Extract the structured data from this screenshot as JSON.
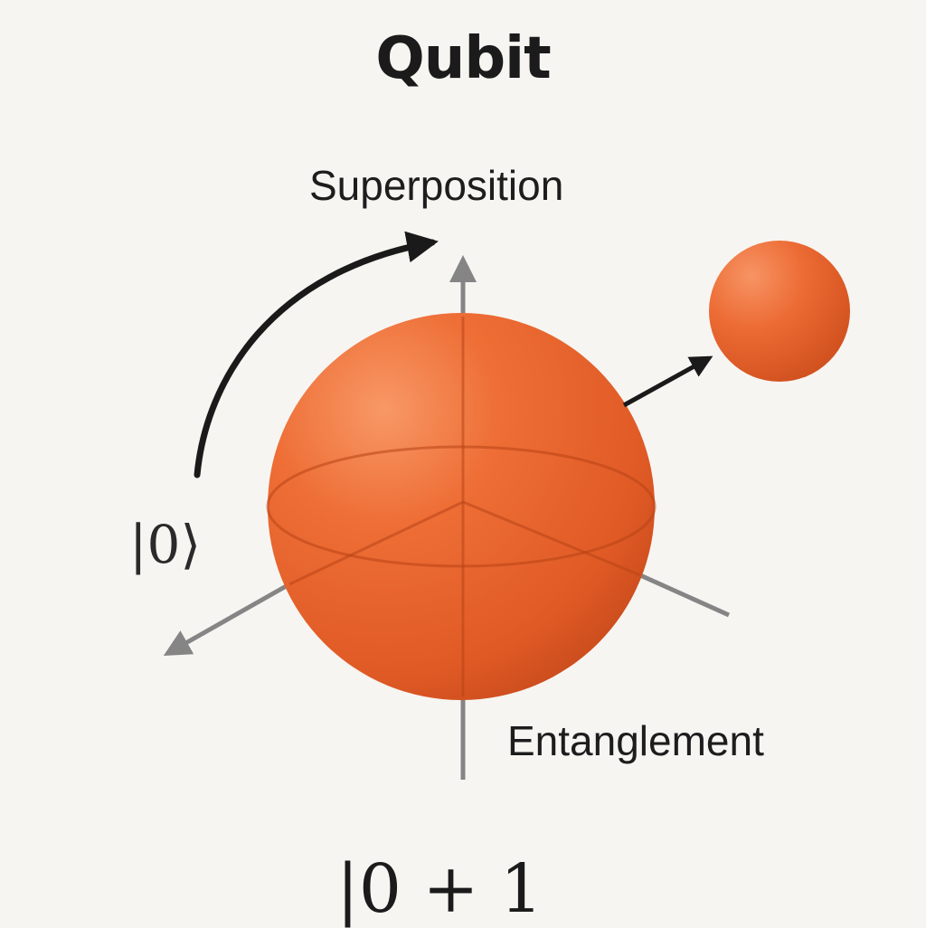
{
  "title": "Qubit",
  "labels": {
    "superposition": "Superposition",
    "entanglement": "Entanglement",
    "ket_zero": "|0⟩",
    "state_formula": "|0 + 1"
  },
  "colors": {
    "background": "#f6f5f1",
    "sphere": "#e8612c",
    "axis": "#858585",
    "arrow": "#1a1a1a"
  },
  "icons": {
    "main": "bloch-sphere",
    "secondary": "entangled-particle"
  }
}
